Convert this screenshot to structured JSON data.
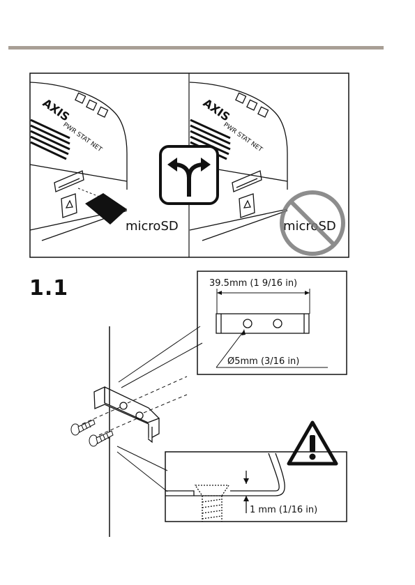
{
  "step_number": "1.1",
  "sd_panel": {
    "logo_text": "AXIS",
    "led_labels": "PWR STAT NET",
    "card_label": "microSD",
    "card_label_crossed": "microSD"
  },
  "bracket_detail": {
    "hole_spacing": "39.5mm (1 9/16 in)",
    "hole_diameter": "Ø5mm (3/16 in)"
  },
  "screw_detail": {
    "protrusion": "1 mm (1/16 in)"
  },
  "colors": {
    "rule": "#a89f95",
    "prohibition": "#7a7a7a",
    "line": "#111111"
  }
}
